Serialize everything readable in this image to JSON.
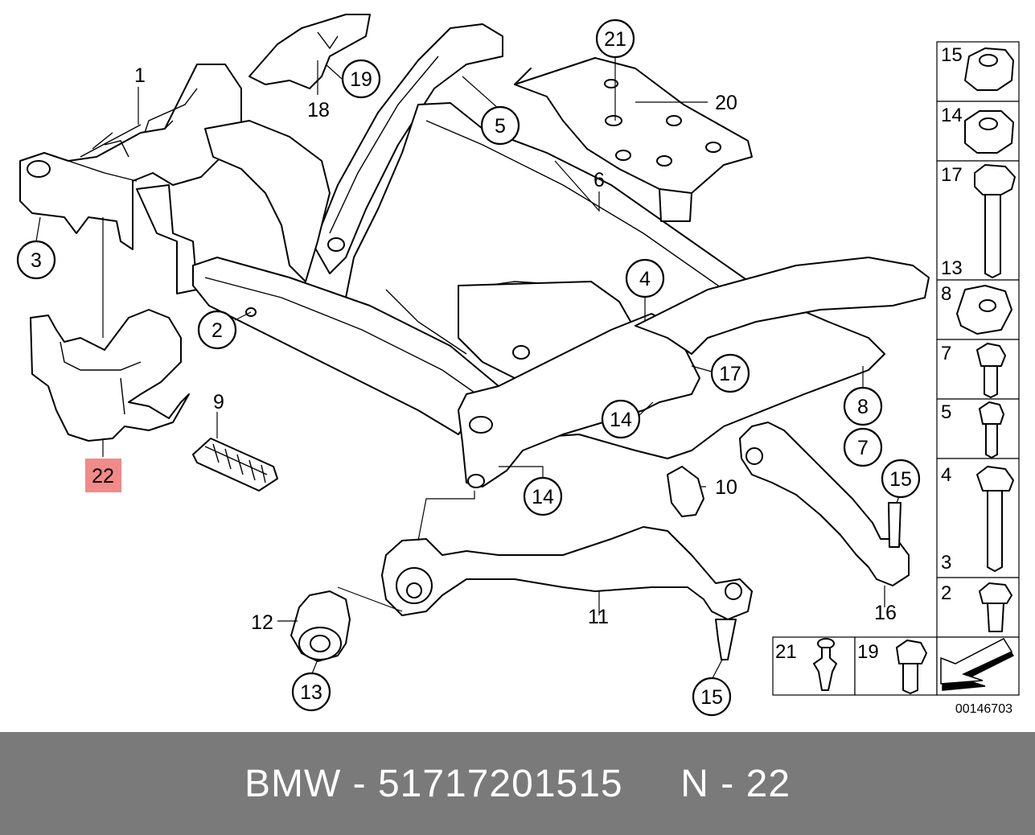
{
  "colors": {
    "highlight": "#f28a8a",
    "footer_background": "#7a7a7a",
    "footer_text": "#ffffff",
    "line": "#000000"
  },
  "callouts": {
    "c21": "21",
    "c19": "19",
    "c5": "5",
    "c3": "3",
    "c2": "2",
    "c4": "4",
    "c17": "17",
    "c8": "8",
    "c7": "7",
    "c14a": "14",
    "c14b": "14",
    "c15a": "15",
    "c13": "13",
    "c15b": "15"
  },
  "labels": {
    "l1": "1",
    "l18": "18",
    "l20": "20",
    "l6": "6",
    "l9": "9",
    "l10": "10",
    "l11": "11",
    "l12": "12",
    "l16": "16"
  },
  "highlighted_part": "22",
  "side_panel": {
    "cells": [
      "15",
      "14",
      "17",
      "13",
      "8",
      "7",
      "5",
      "4",
      "3",
      "2"
    ],
    "bottom_cells": [
      "21",
      "19"
    ]
  },
  "drawing_number": "00146703",
  "footer": {
    "brand": "BMW",
    "part_number": "51717201515",
    "position": "N - 22",
    "separator": " - ",
    "gap": "     "
  }
}
